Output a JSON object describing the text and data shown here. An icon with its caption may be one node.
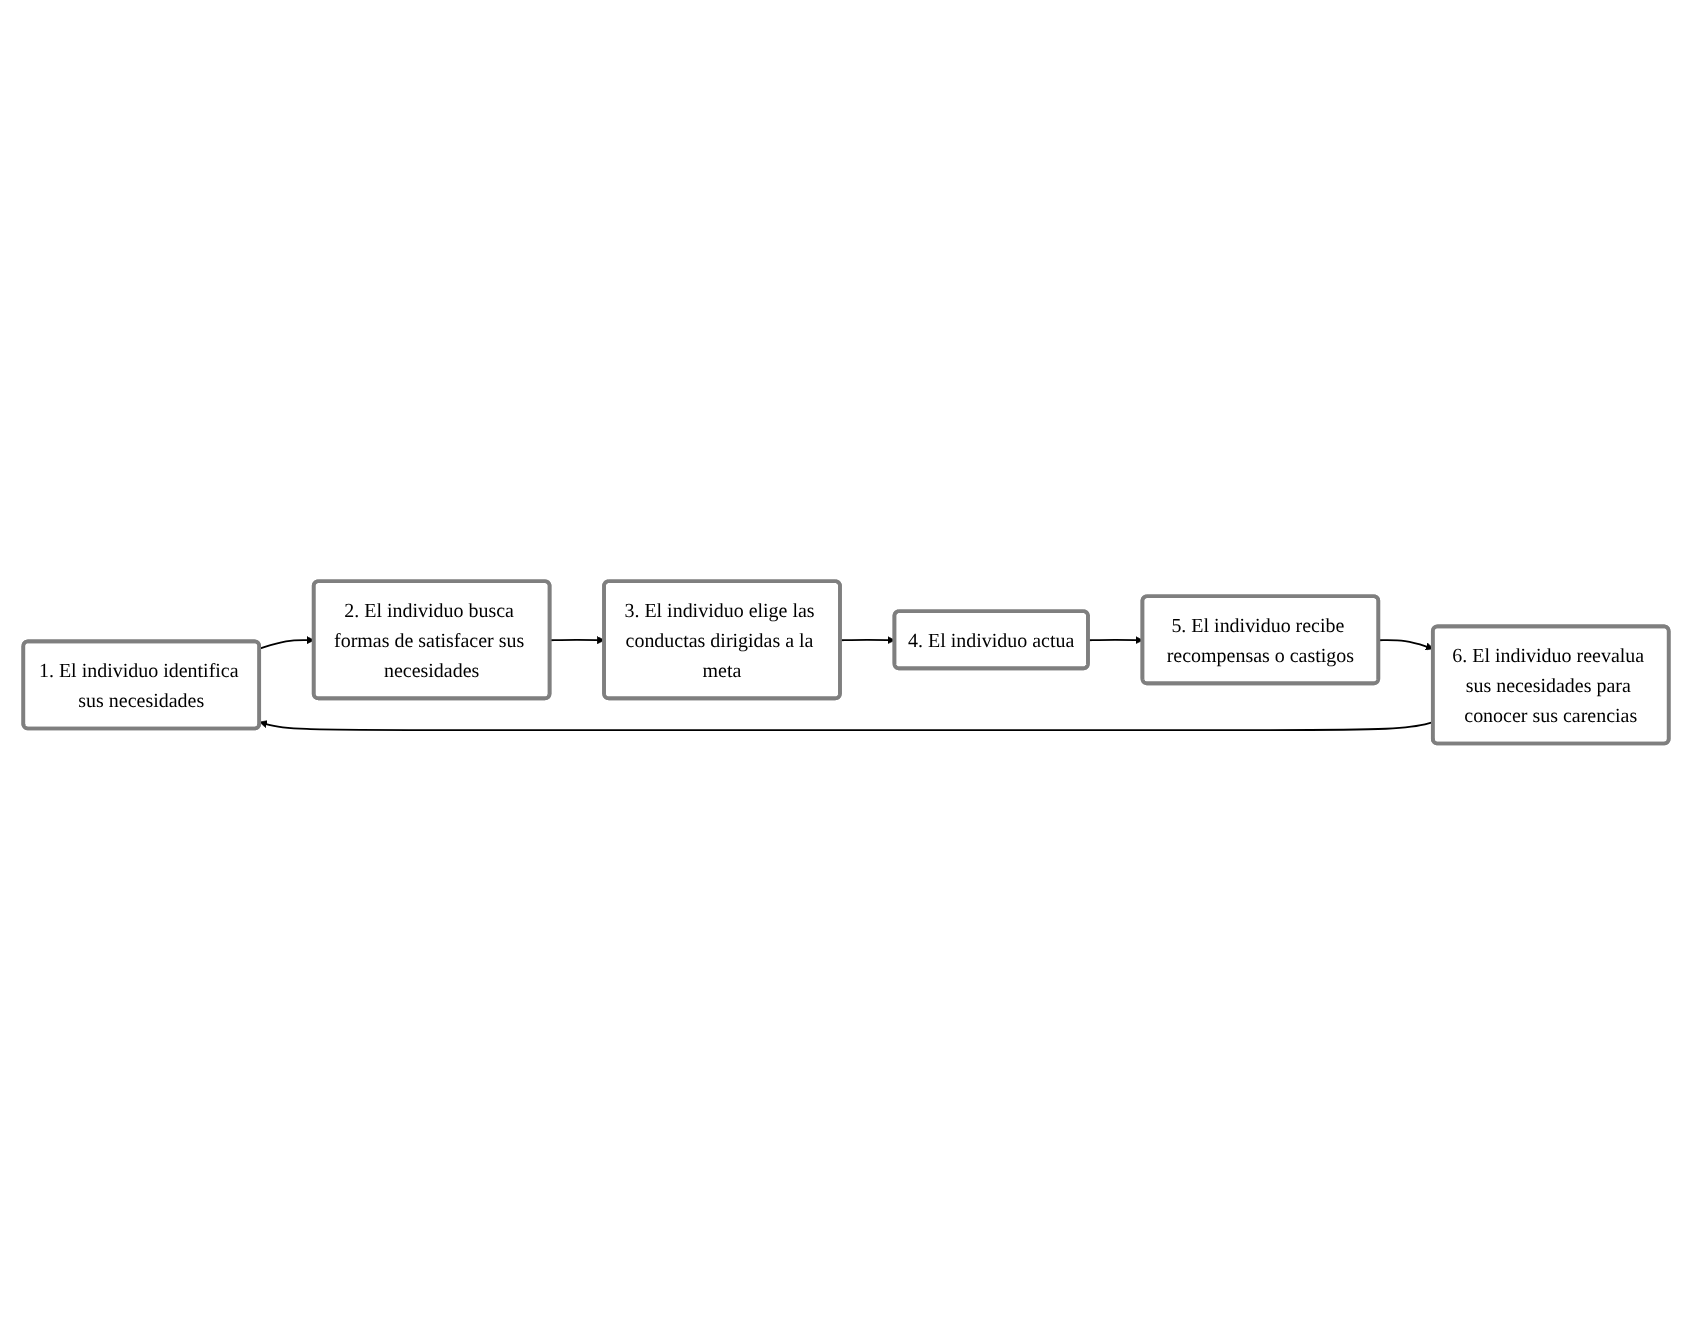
{
  "diagram": {
    "nodes": [
      {
        "text": [
          "1. El individuo identifica sus necesidades"
        ]
      },
      {
        "text": [
          "2. El individuo busca formas de satisfacer sus necesidades"
        ]
      },
      {
        "text": [
          "3. El individuo elige las conductas dirigidas a la meta"
        ]
      },
      {
        "text": [
          "4. El individuo actua"
        ]
      },
      {
        "text": [
          "5. El individuo recibe recompensas o castigos"
        ]
      },
      {
        "text": [
          "6. El individuo reevalua sus necesidades para conocer sus carencias"
        ]
      }
    ],
    "edges": [
      {
        "from": 0,
        "to": 1,
        "arrow": "to"
      },
      {
        "from": 1,
        "to": 2,
        "arrow": "to"
      },
      {
        "from": 2,
        "to": 3,
        "arrow": "to"
      },
      {
        "from": 3,
        "to": 4,
        "arrow": "to"
      },
      {
        "from": 4,
        "to": 5,
        "arrow": "to"
      },
      {
        "from": 5,
        "to": 0,
        "arrow": "to"
      }
    ]
  }
}
